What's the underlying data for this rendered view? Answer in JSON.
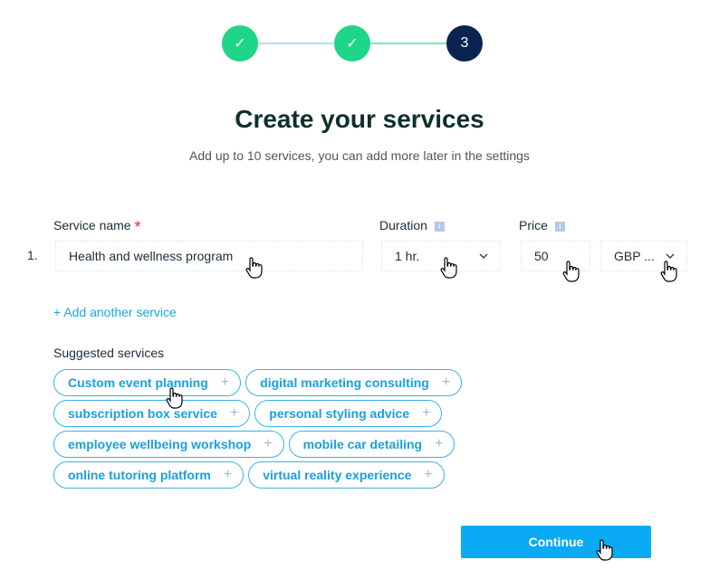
{
  "stepper": {
    "steps": [
      {
        "state": "done",
        "icon": "check-icon",
        "label": "✓"
      },
      {
        "state": "done",
        "icon": "check-icon",
        "label": "✓"
      },
      {
        "state": "current",
        "label": "3"
      }
    ],
    "colors": {
      "done": "#1ed58a",
      "current": "#0b2350"
    }
  },
  "title": "Create your services",
  "subtitle": "Add up to 10 services, you can add more later in the settings",
  "form": {
    "service_name_label": "Service name",
    "required_mark": "*",
    "duration_label": "Duration",
    "price_label": "Price",
    "row_number": "1.",
    "service_name_value": "Health and wellness program",
    "duration_value": "1 hr.",
    "price_value": "50",
    "currency_value": "GBP ..."
  },
  "add_service": "+ Add another service",
  "suggested_label": "Suggested services",
  "suggestions": [
    [
      "Custom event planning",
      "digital marketing consulting"
    ],
    [
      "subscription box service",
      "personal styling advice"
    ],
    [
      "employee wellbeing workshop",
      "mobile car detailing"
    ],
    [
      "online tutoring platform",
      "virtual reality experience"
    ]
  ],
  "continue_label": "Continue"
}
